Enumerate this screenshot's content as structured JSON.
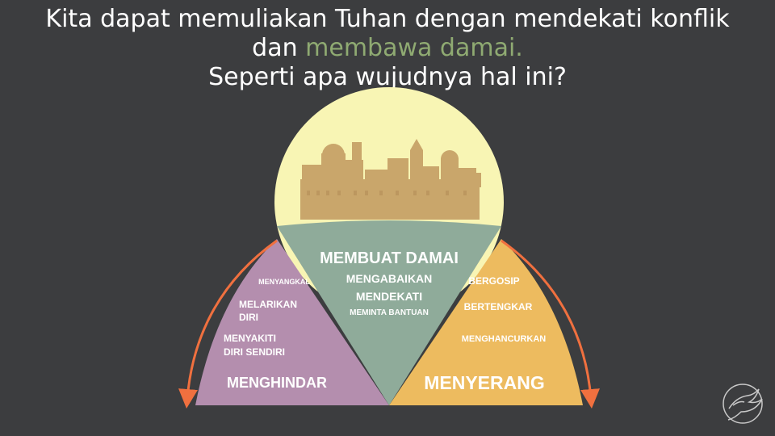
{
  "title": {
    "line1": "Kita dapat memuliakan Tuhan dengan mendekati konflik",
    "line2_prefix": "dan ",
    "line2_accent": "membawa damai.",
    "line3": "Seperti apa wujudnya hal ini?"
  },
  "colors": {
    "background": "#3c3d3f",
    "accent": "#8faa72",
    "sun": "#f8f5b4",
    "city": "#c9a66b",
    "peace": "#8fab9a",
    "escape": "#b48eae",
    "attack": "#edbb5f",
    "arrow": "#f0703f"
  },
  "center": {
    "heading": "MEMBUAT DAMAI",
    "items": [
      "MENGABAIKAN",
      "MENDEKATI",
      "MEMINTA BANTUAN"
    ]
  },
  "left": {
    "heading": "MENGHINDAR",
    "items": [
      "MENYANGKAL",
      "MELARIKAN",
      "DIRI",
      "MENYAKITI",
      "DIRI SENDIRI"
    ]
  },
  "right": {
    "heading": "MENYERANG",
    "items": [
      "BERGOSIP",
      "BERTENGKAR",
      "MENGHANCURKAN"
    ]
  },
  "icons": {
    "city": "city-skyline-icon",
    "logo": "dove-logo-icon"
  }
}
